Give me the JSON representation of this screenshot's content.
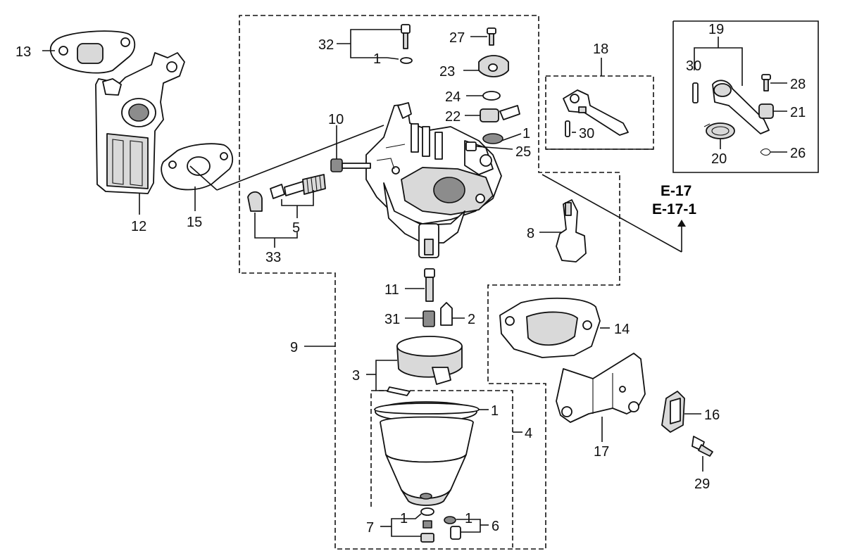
{
  "callouts": {
    "c13": "13",
    "c12": "12",
    "c15": "15",
    "c32": "32",
    "c1_top": "1",
    "c27": "27",
    "c23": "23",
    "c24": "24",
    "c22": "22",
    "c1_mid": "1",
    "c25": "25",
    "c10": "10",
    "c5": "5",
    "c33": "33",
    "c18": "18",
    "c30_a": "30",
    "c19": "19",
    "c30_b": "30",
    "c28": "28",
    "c21": "21",
    "c20": "20",
    "c26": "26",
    "c8": "8",
    "c11": "11",
    "c31": "31",
    "c2": "2",
    "c9": "9",
    "c3": "3",
    "c14": "14",
    "c1_bowl": "1",
    "c4": "4",
    "c16": "16",
    "c17": "17",
    "c29": "29",
    "c7": "7",
    "c1_b7": "1",
    "c1_b6": "1",
    "c6": "6"
  },
  "references": {
    "ref1": "E-17",
    "ref2": "E-17-1"
  }
}
